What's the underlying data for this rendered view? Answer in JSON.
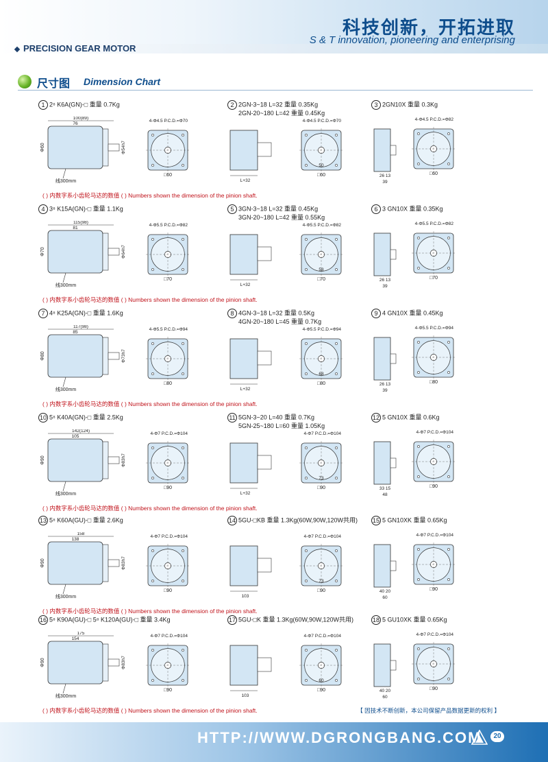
{
  "header": {
    "brand_cn": "科技创新，开拓进取",
    "brand_en": "S & T innovation, pioneering and enterprising",
    "series": "PRECISION GEAR MOTOR"
  },
  "section": {
    "title_cn": "尺寸图",
    "title_en": "Dimension Chart"
  },
  "note": "(  ) 内数字系小齿轮马达的数值  (  ) Numbers shown the dimension of the pinion shaft.",
  "disclaimer": "【 因技术不断创新，本公司保留产品数据更新的权利 】",
  "rows": [
    {
      "items": [
        {
          "num": "1",
          "l1": "2⁸ K6A(GN)-□  重量 0.7Kg",
          "l2": "",
          "type": "motor",
          "dia": "Φ60",
          "shaft": "Φ54h7",
          "len": "100(89)",
          "body": "76",
          "sq": "□60",
          "pcd": "4-Φ4.5  P.C.D.=Φ70",
          "cable": "线300mm"
        },
        {
          "num": "2",
          "l1": "2GN-3~18  L=32  重量 0.35Kg",
          "l2": "2GN-20~180  L=42  重量 0.45Kg",
          "type": "gear",
          "w": "50",
          "sq": "□60",
          "pcd": "4-Φ4.5  P.C.D.=Φ70",
          "lt": "L+32"
        },
        {
          "num": "3",
          "l1": "2GN10X  重量 0.3Kg",
          "l2": "",
          "type": "deco",
          "w": "26  13",
          "tot": "39",
          "sq": "□60",
          "pcd": "4-Φ4.5  P.C.D.=Φ82"
        }
      ]
    },
    {
      "items": [
        {
          "num": "4",
          "l1": "3⁸ K15A(GN)-□  重量 1.1Kg",
          "l2": "",
          "type": "motor",
          "dia": "Φ70",
          "shaft": "Φ64h7",
          "len": "115(98)",
          "body": "81",
          "sq": "□70",
          "pcd": "4-Φ5.5  P.C.D.=Φ82",
          "cable": "线300mm"
        },
        {
          "num": "5",
          "l1": "3GN-3~18  L=32  重量 0.45Kg",
          "l2": "3GN-20~180  L=42  重量 0.55Kg",
          "type": "gear",
          "w": "58",
          "sq": "□70",
          "pcd": "4-Φ5.5  P.C.D.=Φ82",
          "lt": "L+32"
        },
        {
          "num": "6",
          "l1": "3 GN10X  重量 0.35Kg",
          "l2": "",
          "type": "deco",
          "w": "26  13",
          "tot": "39",
          "sq": "□70",
          "pcd": "4-Φ5.5  P.C.D.=Φ82"
        }
      ]
    },
    {
      "items": [
        {
          "num": "7",
          "l1": "4⁸ K25A(GN)-□  重量 1.6Kg",
          "l2": "",
          "type": "motor",
          "dia": "Φ80",
          "shaft": "Φ73h7",
          "len": "117(98)",
          "body": "85",
          "sq": "□80",
          "pcd": "4-Φ5.5  P.C.D.=Φ94",
          "cable": "线300mm"
        },
        {
          "num": "8",
          "l1": "4GN-3~18  L=32  重量 0.5Kg",
          "l2": "4GN-20~180  L=45  重量 0.7Kg",
          "type": "gear",
          "w": "68",
          "sq": "□80",
          "pcd": "4-Φ5.5  P.C.D.=Φ94",
          "lt": "L+32"
        },
        {
          "num": "9",
          "l1": "4 GN10X  重量 0.45Kg",
          "l2": "",
          "type": "deco",
          "w": "26  13",
          "tot": "39",
          "sq": "□80",
          "pcd": "4-Φ5.5  P.C.D.=Φ94"
        }
      ]
    },
    {
      "items": [
        {
          "num": "10",
          "l1": "5⁸ K40A(GN)-□  重量 2.5Kg",
          "l2": "",
          "type": "motor",
          "dia": "Φ90",
          "shaft": "Φ83h7",
          "len": "142(124)",
          "body": "105",
          "sq": "□90",
          "pcd": "4-Φ7  P.C.D.=Φ104",
          "cable": "线300mm"
        },
        {
          "num": "11",
          "l1": "5GN-3~20  L=40  重量 0.7Kg",
          "l2": "5GN-25~180  L=60  重量 1.05Kg",
          "type": "gear",
          "w": "73",
          "sq": "□90",
          "pcd": "4-Φ7  P.C.D.=Φ104",
          "lt": "L+32"
        },
        {
          "num": "12",
          "l1": "5 GN10X  重量 0.6Kg",
          "l2": "",
          "type": "deco",
          "w": "33  15",
          "tot": "48",
          "sq": "□90",
          "pcd": "4-Φ7  P.C.D.=Φ104"
        }
      ]
    },
    {
      "items": [
        {
          "num": "13",
          "l1": "5⁸ K60A(GU)-□  重量 2.6Kg",
          "l2": "",
          "type": "motor",
          "dia": "Φ90",
          "shaft": "Φ83h7",
          "len": "158",
          "body": "138",
          "sq": "□90",
          "pcd": "4-Φ7  P.C.D.=Φ104",
          "cable": "线300mm"
        },
        {
          "num": "14",
          "l1": "5GU-□KB  重量 1.3Kg(60W,90W,120W共用)",
          "l2": "",
          "type": "gear",
          "w": "73",
          "sq": "□90",
          "pcd": "4-Φ7  P.C.D.=Φ104",
          "lt": "103"
        },
        {
          "num": "15",
          "l1": "5 GN10XK  重量 0.65Kg",
          "l2": "",
          "type": "deco",
          "w": "40  20",
          "tot": "60",
          "sq": "□90",
          "pcd": "4-Φ7  P.C.D.=Φ104"
        }
      ]
    },
    {
      "items": [
        {
          "num": "16",
          "l1": "5⁸ K90A(GU)-□ 5⁸ K120A(GU)-□  重量 3.4Kg",
          "l2": "",
          "type": "motor",
          "dia": "Φ90",
          "shaft": "Φ83h7",
          "len": "175",
          "body": "154",
          "sq": "□90",
          "pcd": "4-Φ7  P.C.D.=Φ104",
          "cable": "线300mm"
        },
        {
          "num": "17",
          "l1": "5GU-□K  重量 1.3Kg(60W,90W,120W共用)",
          "l2": "",
          "type": "gear",
          "w": "60",
          "sq": "□90",
          "pcd": "4-Φ7  P.C.D.=Φ104",
          "lt": "103"
        },
        {
          "num": "18",
          "l1": "5 GU10XK  重量 0.65Kg",
          "l2": "",
          "type": "deco",
          "w": "40  20",
          "tot": "60",
          "sq": "□90",
          "pcd": "4-Φ7  P.C.D.=Φ104"
        }
      ]
    }
  ],
  "footer": {
    "url": "HTTP://WWW.DGRONGBANG.COM",
    "page": "20"
  },
  "colors": {
    "accent": "#0e4d8c",
    "note_red": "#c0121a",
    "body_fill": "#d3e6f4",
    "footer_blue": "#1e6fb4"
  }
}
